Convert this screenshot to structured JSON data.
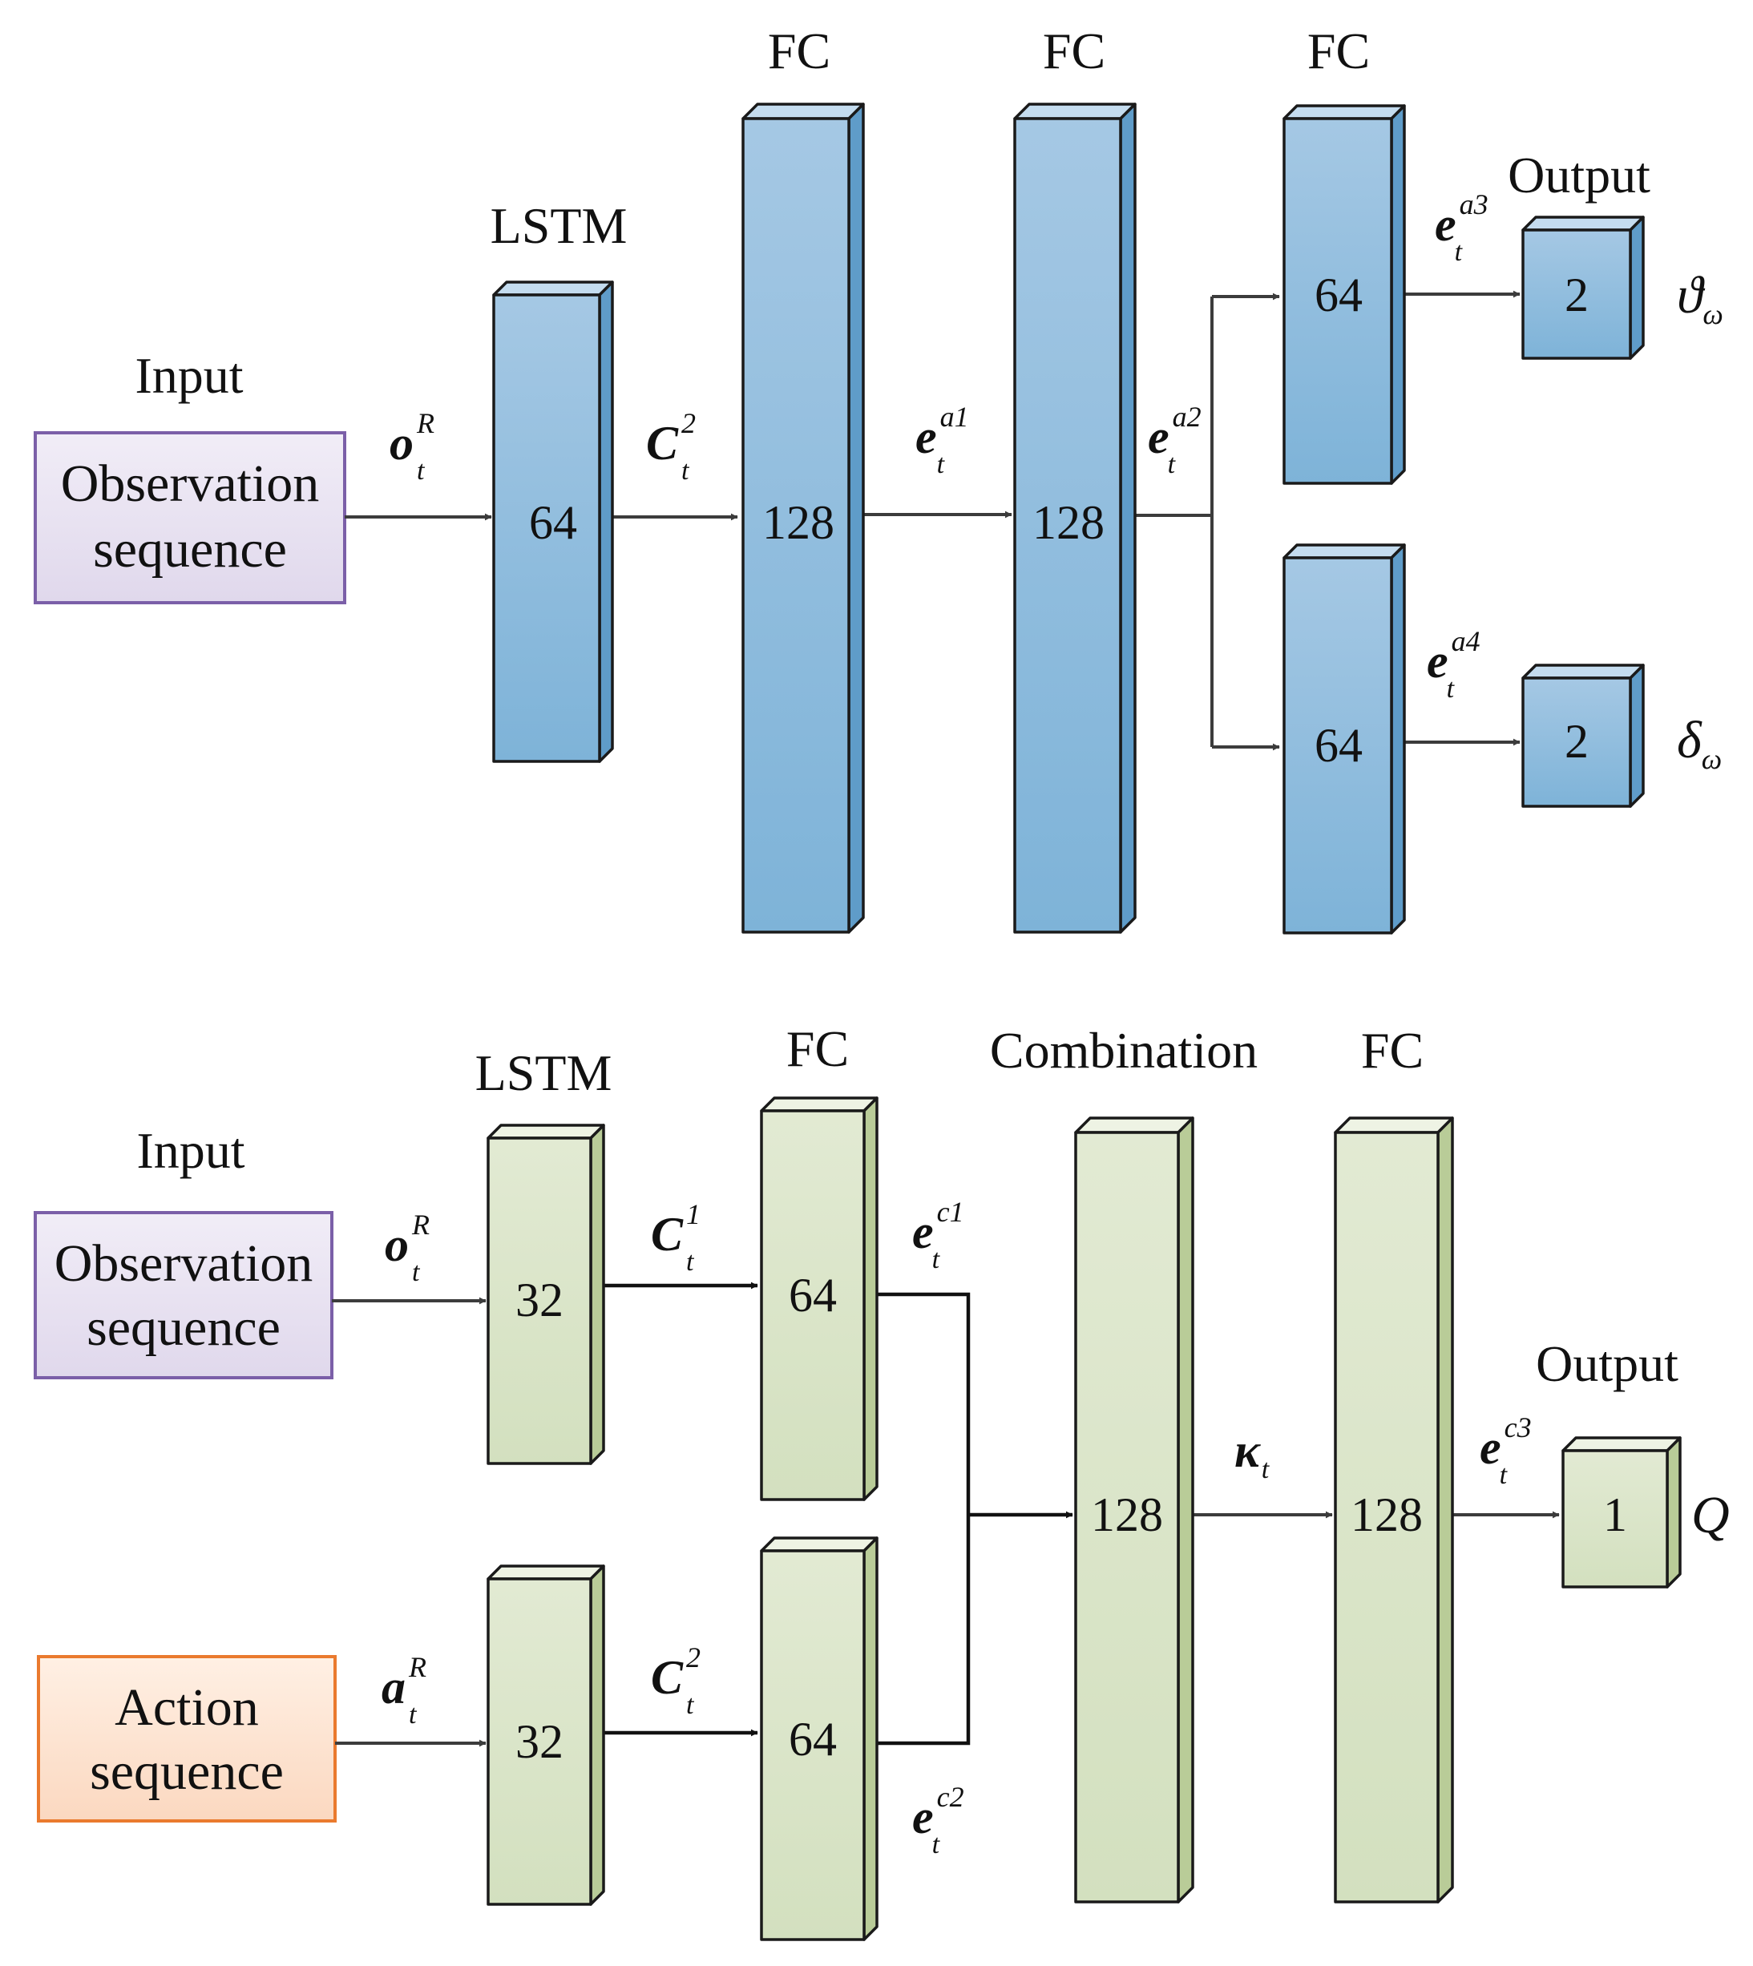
{
  "actor": {
    "input_heading": "Input",
    "input_box": {
      "line1": "Observation",
      "line2": "sequence"
    },
    "headings": {
      "lstm": "LSTM",
      "fc1": "FC",
      "fc2": "FC",
      "fc3": "FC",
      "output": "Output"
    },
    "layers": {
      "lstm": "64",
      "fc1": "128",
      "fc2": "128",
      "fc3_top": "64",
      "fc3_bottom": "64",
      "out_top": "2",
      "out_bottom": "2"
    },
    "signals": {
      "o": {
        "base": "o",
        "sup": "R",
        "sub": "t"
      },
      "c2": {
        "base": "C",
        "sup": "2",
        "sub": "t"
      },
      "ea1": {
        "base": "e",
        "sup": "a1",
        "sub": "t"
      },
      "ea2": {
        "base": "e",
        "sup": "a2",
        "sub": "t"
      },
      "ea3": {
        "base": "e",
        "sup": "a3",
        "sub": "t"
      },
      "ea4": {
        "base": "e",
        "sup": "a4",
        "sub": "t"
      }
    },
    "outputs": {
      "top": {
        "symbol": "ϑ",
        "sub": "ω"
      },
      "bottom": {
        "symbol": "δ",
        "sub": "ω"
      }
    }
  },
  "critic": {
    "input_heading": "Input",
    "obs_box": {
      "line1": "Observation",
      "line2": "sequence"
    },
    "act_box": {
      "line1": "Action",
      "line2": "sequence"
    },
    "headings": {
      "lstm": "LSTM",
      "fc1": "FC",
      "combination": "Combination",
      "fc2": "FC",
      "output": "Output"
    },
    "layers": {
      "lstm_top": "32",
      "lstm_bottom": "32",
      "fc_top": "64",
      "fc_bottom": "64",
      "combination": "128",
      "fc2": "128",
      "out": "1"
    },
    "signals": {
      "o": {
        "base": "o",
        "sup": "R",
        "sub": "t"
      },
      "a": {
        "base": "a",
        "sup": "R",
        "sub": "t"
      },
      "c1": {
        "base": "C",
        "sup": "1",
        "sub": "t"
      },
      "c2": {
        "base": "C",
        "sup": "2",
        "sub": "t"
      },
      "ec1": {
        "base": "e",
        "sup": "c1",
        "sub": "t"
      },
      "ec2": {
        "base": "e",
        "sup": "c2",
        "sub": "t"
      },
      "kappa": {
        "base": "κ",
        "sub": "t"
      },
      "ec3": {
        "base": "e",
        "sup": "c3",
        "sub": "t"
      }
    },
    "outputs": {
      "q": "Q"
    }
  },
  "colors": {
    "actor_fill_top": "#a5c8e4",
    "actor_fill_bottom": "#7eb3d8",
    "actor_side": "#5f9cc9",
    "actor_top": "#c4dcef",
    "critic_fill_top": "#e2ead3",
    "critic_fill_bottom": "#d3e0bf",
    "critic_side": "#b9cc98",
    "critic_top": "#eef3e4",
    "obs_fill_top": "#f1edf7",
    "obs_fill_bottom": "#e0d8ec",
    "obs_stroke": "#7b5fa8",
    "act_fill_top": "#fff0e4",
    "act_fill_bottom": "#fbd8c0",
    "act_stroke": "#ea7a2e"
  }
}
